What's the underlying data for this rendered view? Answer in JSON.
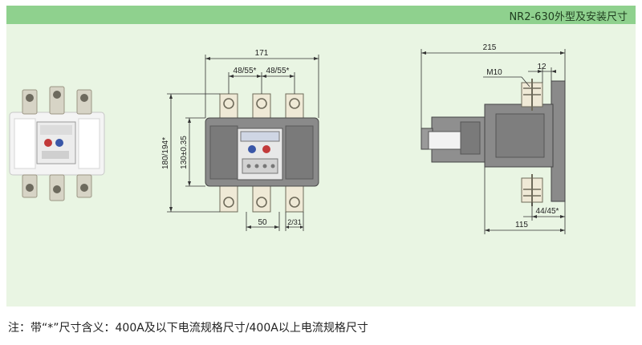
{
  "header": {
    "title": "NR2-630外型及安装尺寸"
  },
  "front_view": {
    "overall_width": "171",
    "top_pitch_left": "48/55*",
    "top_pitch_right": "48/55*",
    "overall_height": "180/194*",
    "mount_height": "130±0.35",
    "bottom_pitch": "50",
    "bottom_small": "2/31"
  },
  "side_view": {
    "overall_depth": "215",
    "screw_label": "M10",
    "terminal_width": "12",
    "terminal_offset": "44/45*",
    "mount_depth": "115"
  },
  "note": {
    "text": "注：带“*”尺寸含义：400A及以下电流规格尺寸/400A以上电流规格尺寸"
  },
  "colors": {
    "header": "#8fd18e",
    "panel": "#e9f5e3",
    "body_gray": "#8a8a8a"
  }
}
